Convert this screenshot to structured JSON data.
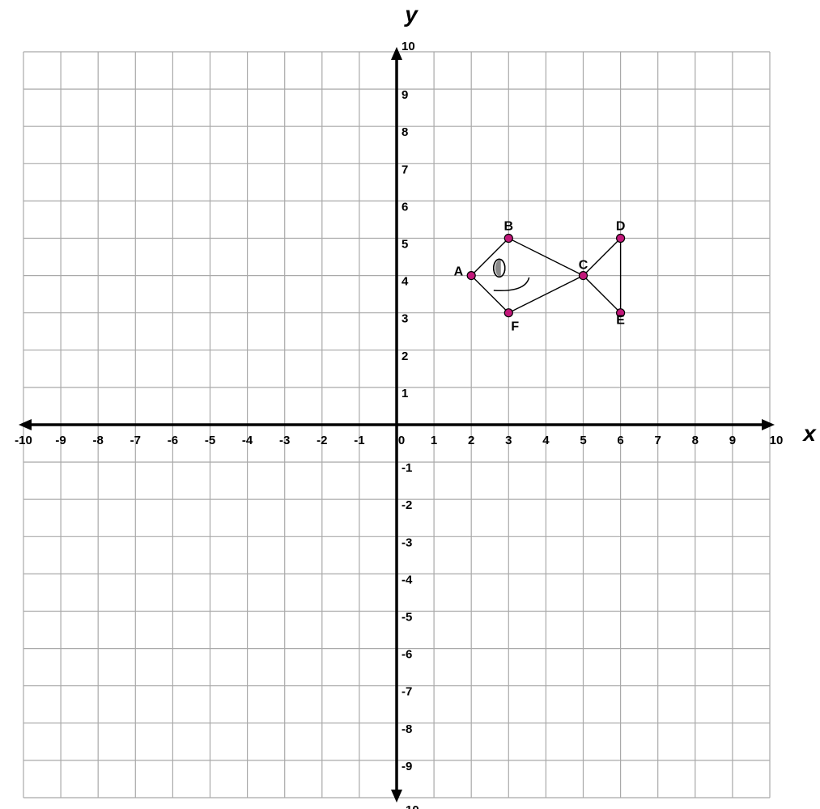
{
  "axes": {
    "x_label": "x",
    "y_label": "y",
    "xlim": [
      -10,
      10
    ],
    "ylim": [
      -10,
      10
    ],
    "x_ticks": [
      "-10",
      "-9",
      "-8",
      "-7",
      "-6",
      "-5",
      "-4",
      "-3",
      "-2",
      "-1",
      "0",
      "1",
      "2",
      "3",
      "4",
      "5",
      "6",
      "7",
      "8",
      "9",
      "10"
    ],
    "y_ticks": [
      "10",
      "9",
      "8",
      "7",
      "6",
      "5",
      "4",
      "3",
      "2",
      "1",
      "-1",
      "-2",
      "-3",
      "-4",
      "-5",
      "-6",
      "-7",
      "-8",
      "-9",
      "-10"
    ],
    "grid": true
  },
  "points": [
    {
      "label": "A",
      "x": 2,
      "y": 4
    },
    {
      "label": "B",
      "x": 3,
      "y": 5
    },
    {
      "label": "C",
      "x": 5,
      "y": 4
    },
    {
      "label": "D",
      "x": 6,
      "y": 5
    },
    {
      "label": "E",
      "x": 6,
      "y": 3
    },
    {
      "label": "F",
      "x": 3,
      "y": 3
    }
  ],
  "segments": [
    [
      "A",
      "B"
    ],
    [
      "B",
      "C"
    ],
    [
      "C",
      "F"
    ],
    [
      "F",
      "A"
    ],
    [
      "C",
      "D"
    ],
    [
      "D",
      "E"
    ],
    [
      "E",
      "C"
    ]
  ],
  "fish_features": {
    "eye": "eye-icon",
    "mouth": "smile-icon"
  },
  "colors": {
    "point_fill": "#c2187a",
    "grid": "#a9a9a9",
    "axis": "#000000",
    "eye_fill": "#8a8a8a"
  }
}
